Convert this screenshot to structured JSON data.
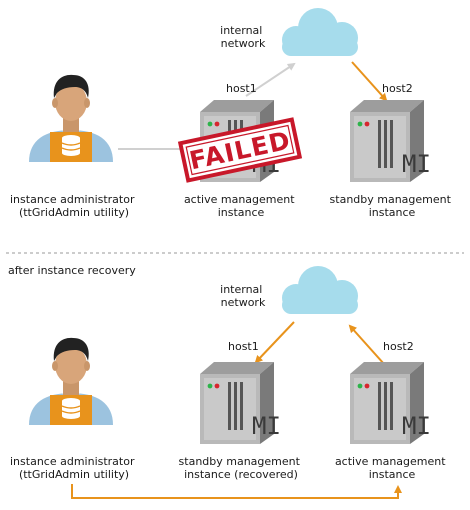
{
  "top": {
    "network_label": [
      "internal",
      "network"
    ],
    "host1_label": "host1",
    "host2_label": "host2",
    "admin_label": [
      "instance administrator",
      "(ttGridAdmin utility)"
    ],
    "active_label": [
      "active management",
      "instance"
    ],
    "standby_label": [
      "standby management",
      "instance"
    ],
    "failed_stamp": "FAILED"
  },
  "bottom": {
    "section_title": "after instance recovery",
    "network_label": [
      "internal",
      "network"
    ],
    "host1_label": "host1",
    "host2_label": "host2",
    "admin_label": [
      "instance administrator",
      "(ttGridAdmin utility)"
    ],
    "standby_label": [
      "standby management",
      "instance (recovered)"
    ],
    "active_label": [
      "active management",
      "instance"
    ]
  },
  "server_badge": "MI",
  "colors": {
    "accent_orange": "#e8931c",
    "connector_gray": "#d0d0d0",
    "cloud": "#a6dcec",
    "failed_red": "#c8182a",
    "led_green": "#2db34a",
    "led_red": "#d7262e"
  },
  "icons": {
    "admin": "person-with-database-icon",
    "server": "server-tower-icon",
    "network": "cloud-icon"
  }
}
